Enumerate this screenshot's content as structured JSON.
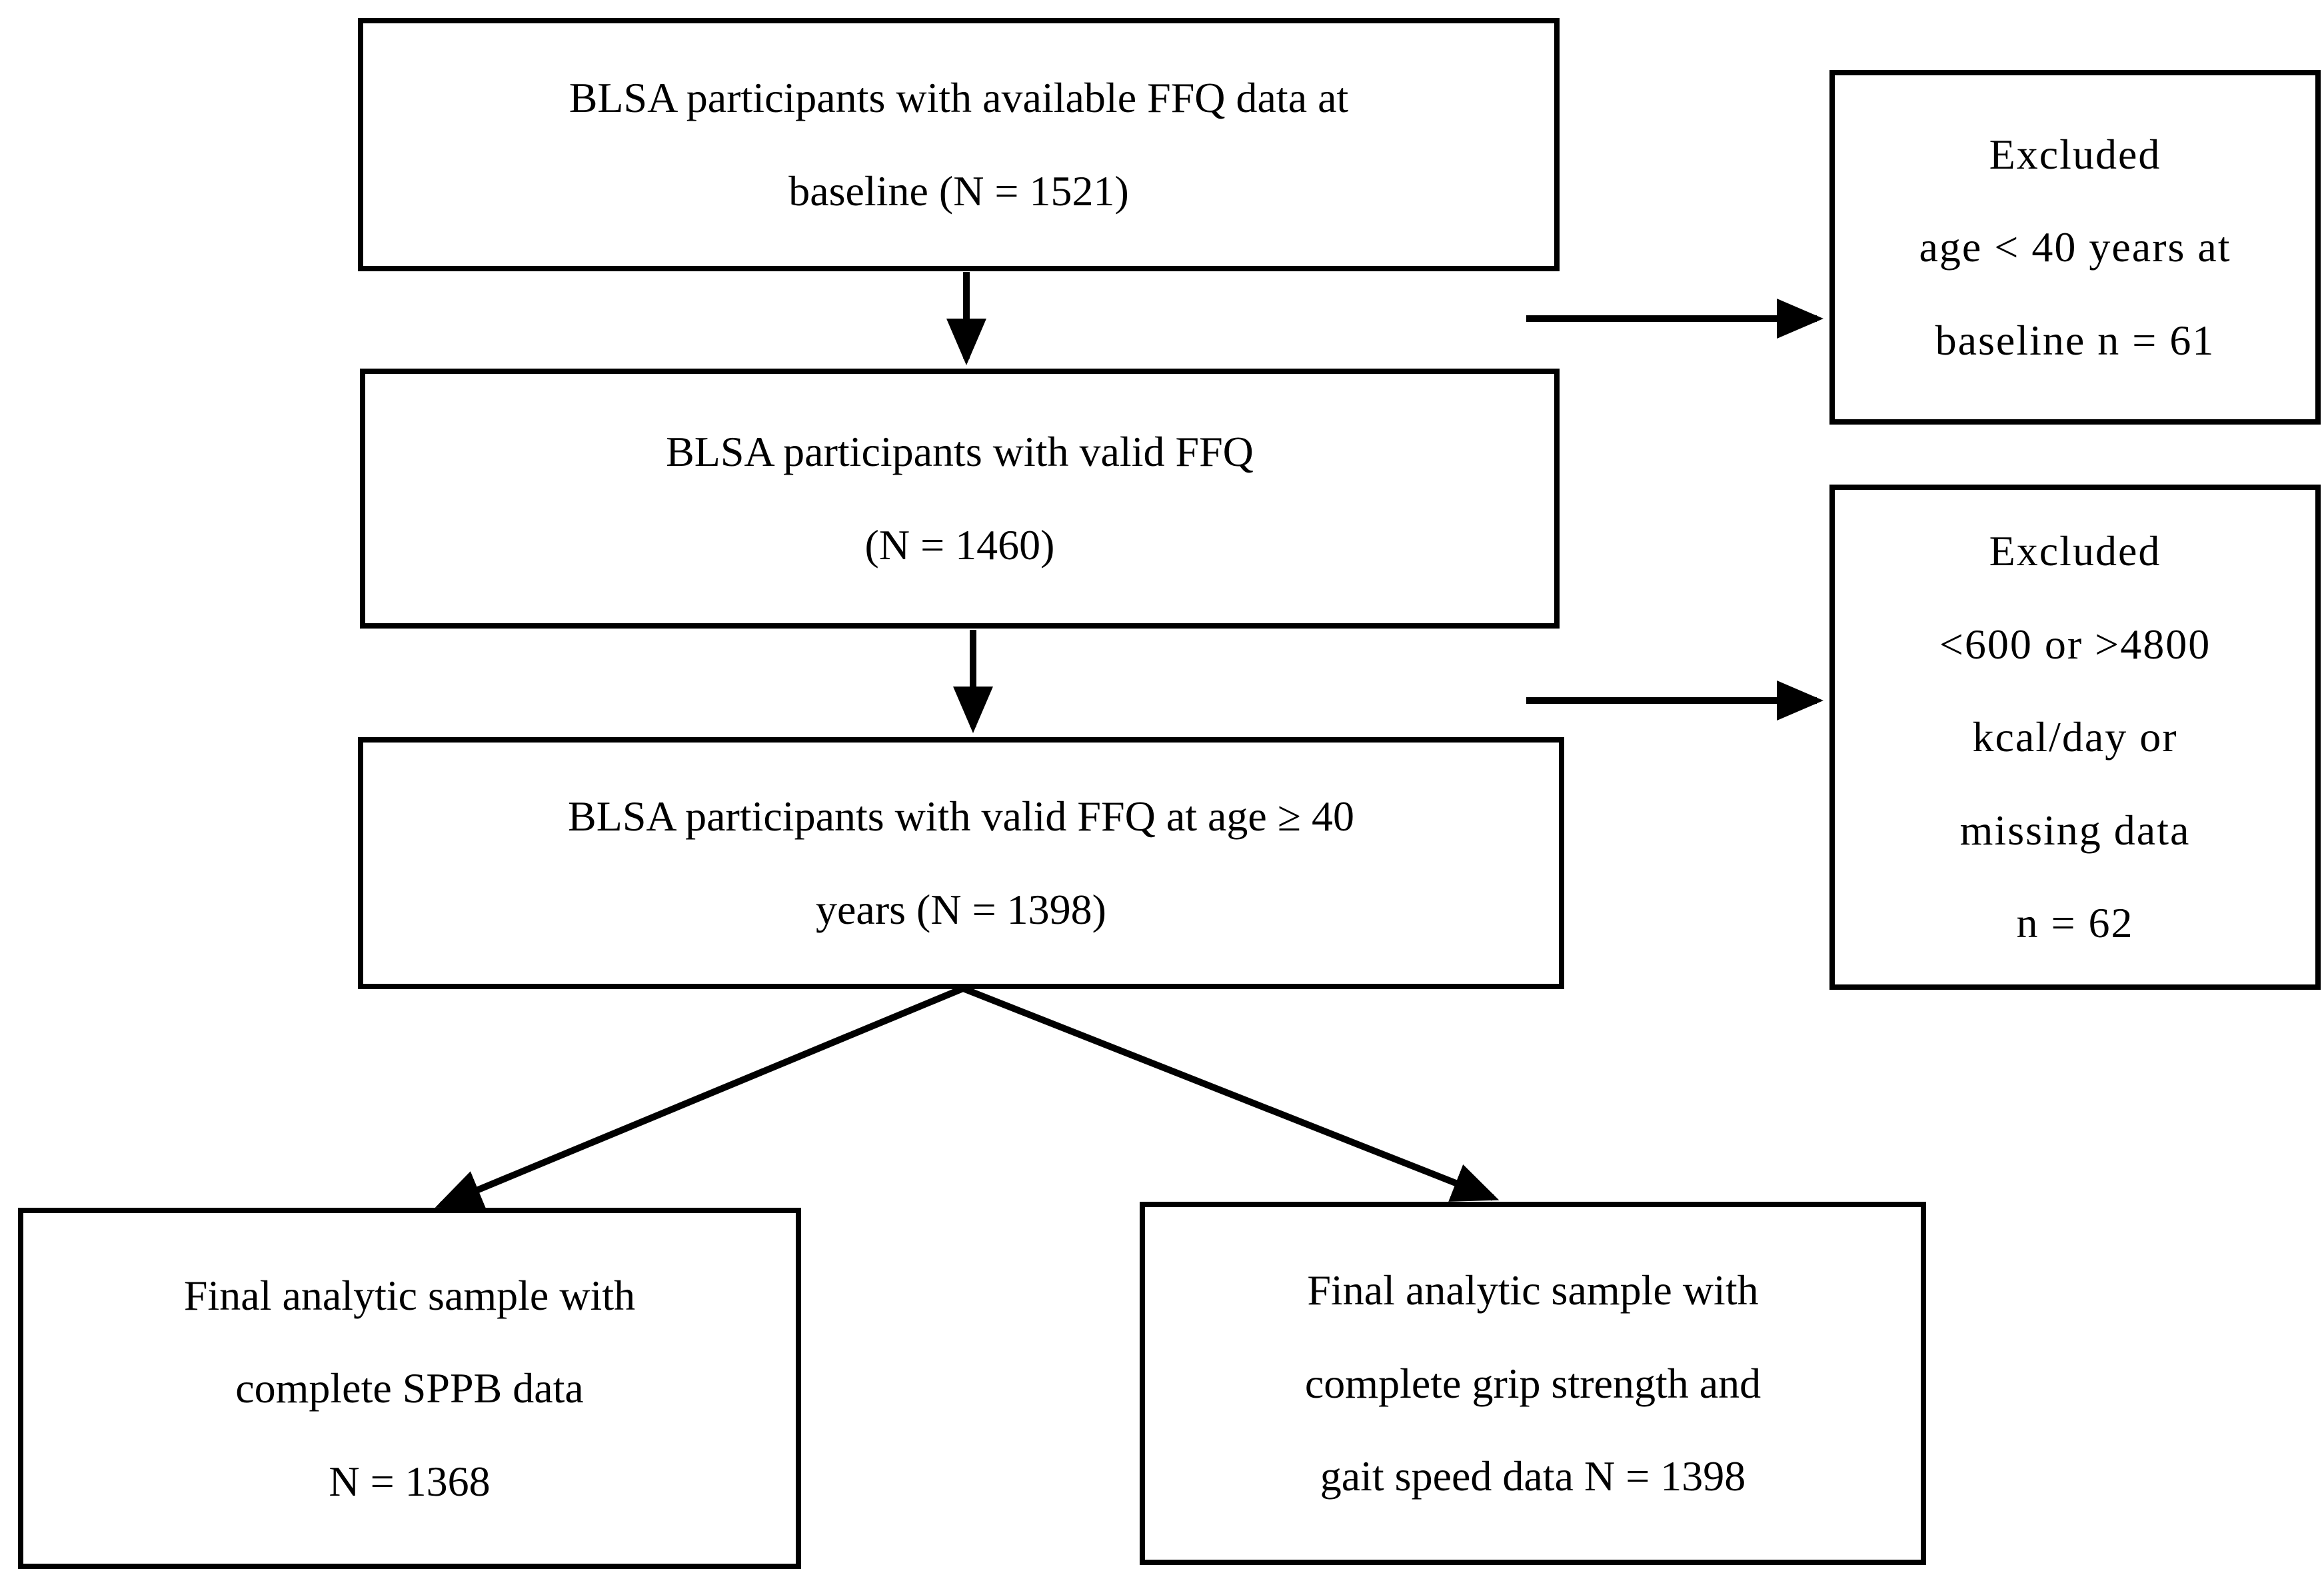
{
  "diagram": {
    "background_color": "#ffffff",
    "line_color": "#000000",
    "boxes": {
      "baseline": {
        "lines": [
          "BLSA participants with available FFQ data at",
          "baseline (N = 1521)"
        ]
      },
      "valid_ffq": {
        "lines": [
          "BLSA participants with valid FFQ",
          "(N = 1460)"
        ]
      },
      "age40": {
        "lines": [
          "BLSA participants with valid FFQ at age ≥ 40",
          "years (N = 1398)"
        ]
      },
      "excluded_age": {
        "lines": [
          "Excluded",
          "age < 40 years at",
          "baseline n = 61"
        ]
      },
      "excluded_kcal": {
        "lines": [
          "Excluded",
          "<600 or >4800",
          "kcal/day or",
          "missing data",
          "n = 62"
        ]
      },
      "sppb": {
        "lines": [
          "Final analytic sample with",
          "complete SPPB data",
          "N = 1368"
        ]
      },
      "grip": {
        "lines": [
          "Final analytic sample with",
          "complete grip strength and",
          "gait speed data N = 1398"
        ]
      }
    }
  }
}
